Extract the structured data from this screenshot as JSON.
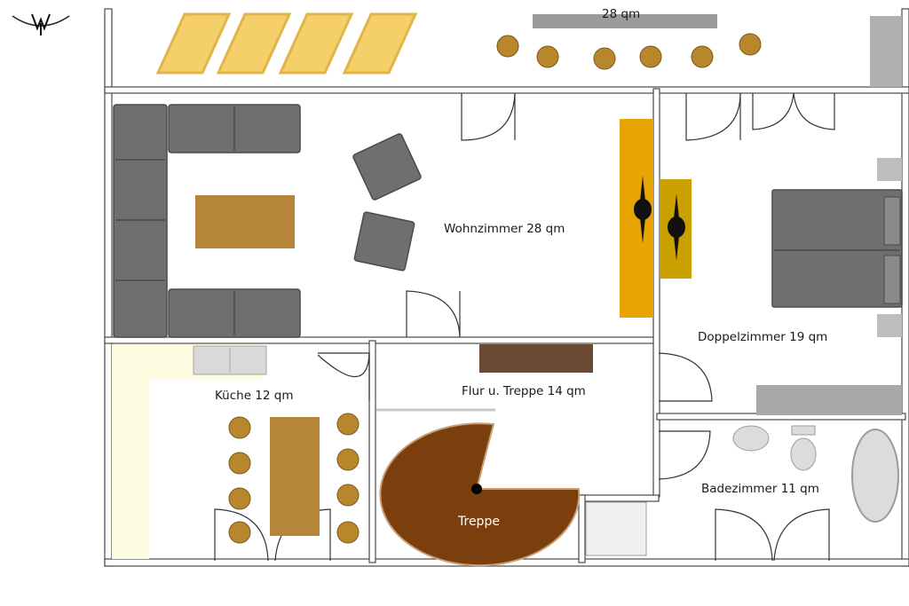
{
  "title": "",
  "rooms": {
    "living": "Wohnzimmer   28  qm",
    "double": "Doppelzimmer  19 qm",
    "kitchen": "Küche  12 qm",
    "hall": "Flur u. Treppe   14 qm",
    "bath": "Badezimmer  11 qm",
    "terrace_partial": "28 qm"
  },
  "objects": {
    "stairs": "Treppe"
  },
  "icons": [
    "compass-icon"
  ],
  "colors": {
    "wall": "#4a4a4a",
    "sofa": "#6f6f6f",
    "table": "#b5863a",
    "stairs": "#7b3f0e",
    "desk": "#e8a400",
    "lounger": "#f4cf6a",
    "kitchen_counter": "#fdfbe0"
  }
}
